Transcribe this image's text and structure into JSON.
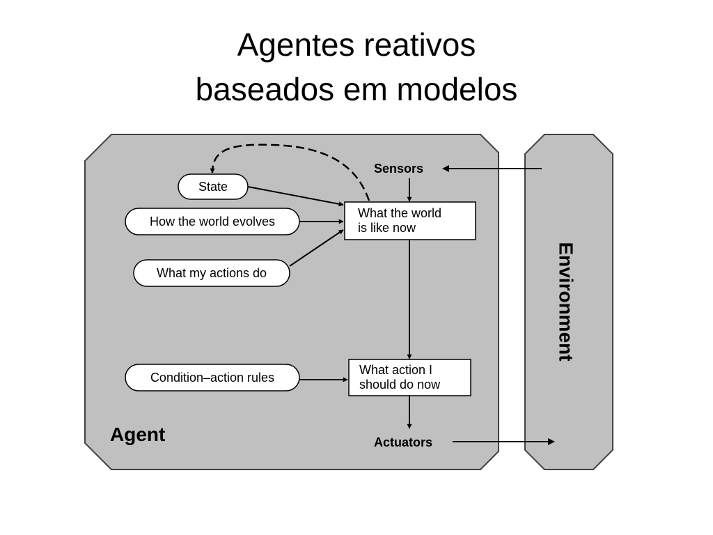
{
  "title": {
    "line1": "Agentes reativos",
    "line2": "baseados em modelos"
  },
  "diagram": {
    "agent_label": "Agent",
    "environment_label": "Environment",
    "sensors_label": "Sensors",
    "actuators_label": "Actuators",
    "state_label": "State",
    "evolves_label": "How the world evolves",
    "actions_do_label": "What my actions do",
    "rules_label": "Condition–action rules",
    "world_now": [
      "What the world",
      "is like now"
    ],
    "action_now": [
      "What action I",
      "should do now"
    ]
  },
  "colors": {
    "panel_fill": "#c0c0c0",
    "panel_stroke": "#404040",
    "node_fill": "#ffffff",
    "line": "#000000"
  }
}
